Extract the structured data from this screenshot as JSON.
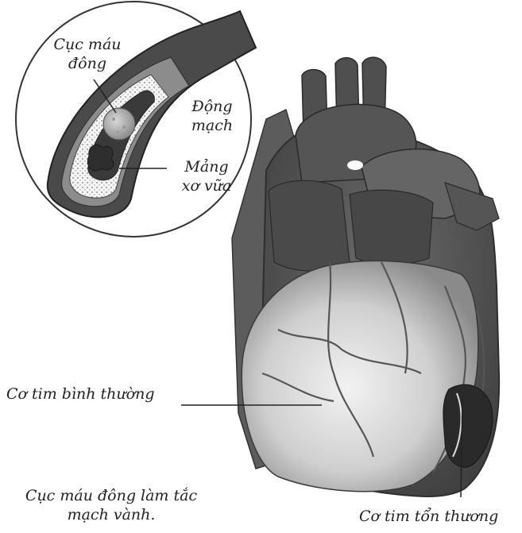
{
  "inset": {
    "clot_label": [
      "Cục máu",
      "đông"
    ],
    "artery_label": [
      "Động",
      "mạch"
    ],
    "plaque_label": [
      "Mảng",
      "xơ vữa"
    ]
  },
  "heart": {
    "normal_muscle_label": "Cơ tim bình thường",
    "damaged_muscle_label": "Cơ tim tổn thương"
  },
  "caption": [
    "Cục máu đông làm tắc",
    "mạch vành."
  ]
}
